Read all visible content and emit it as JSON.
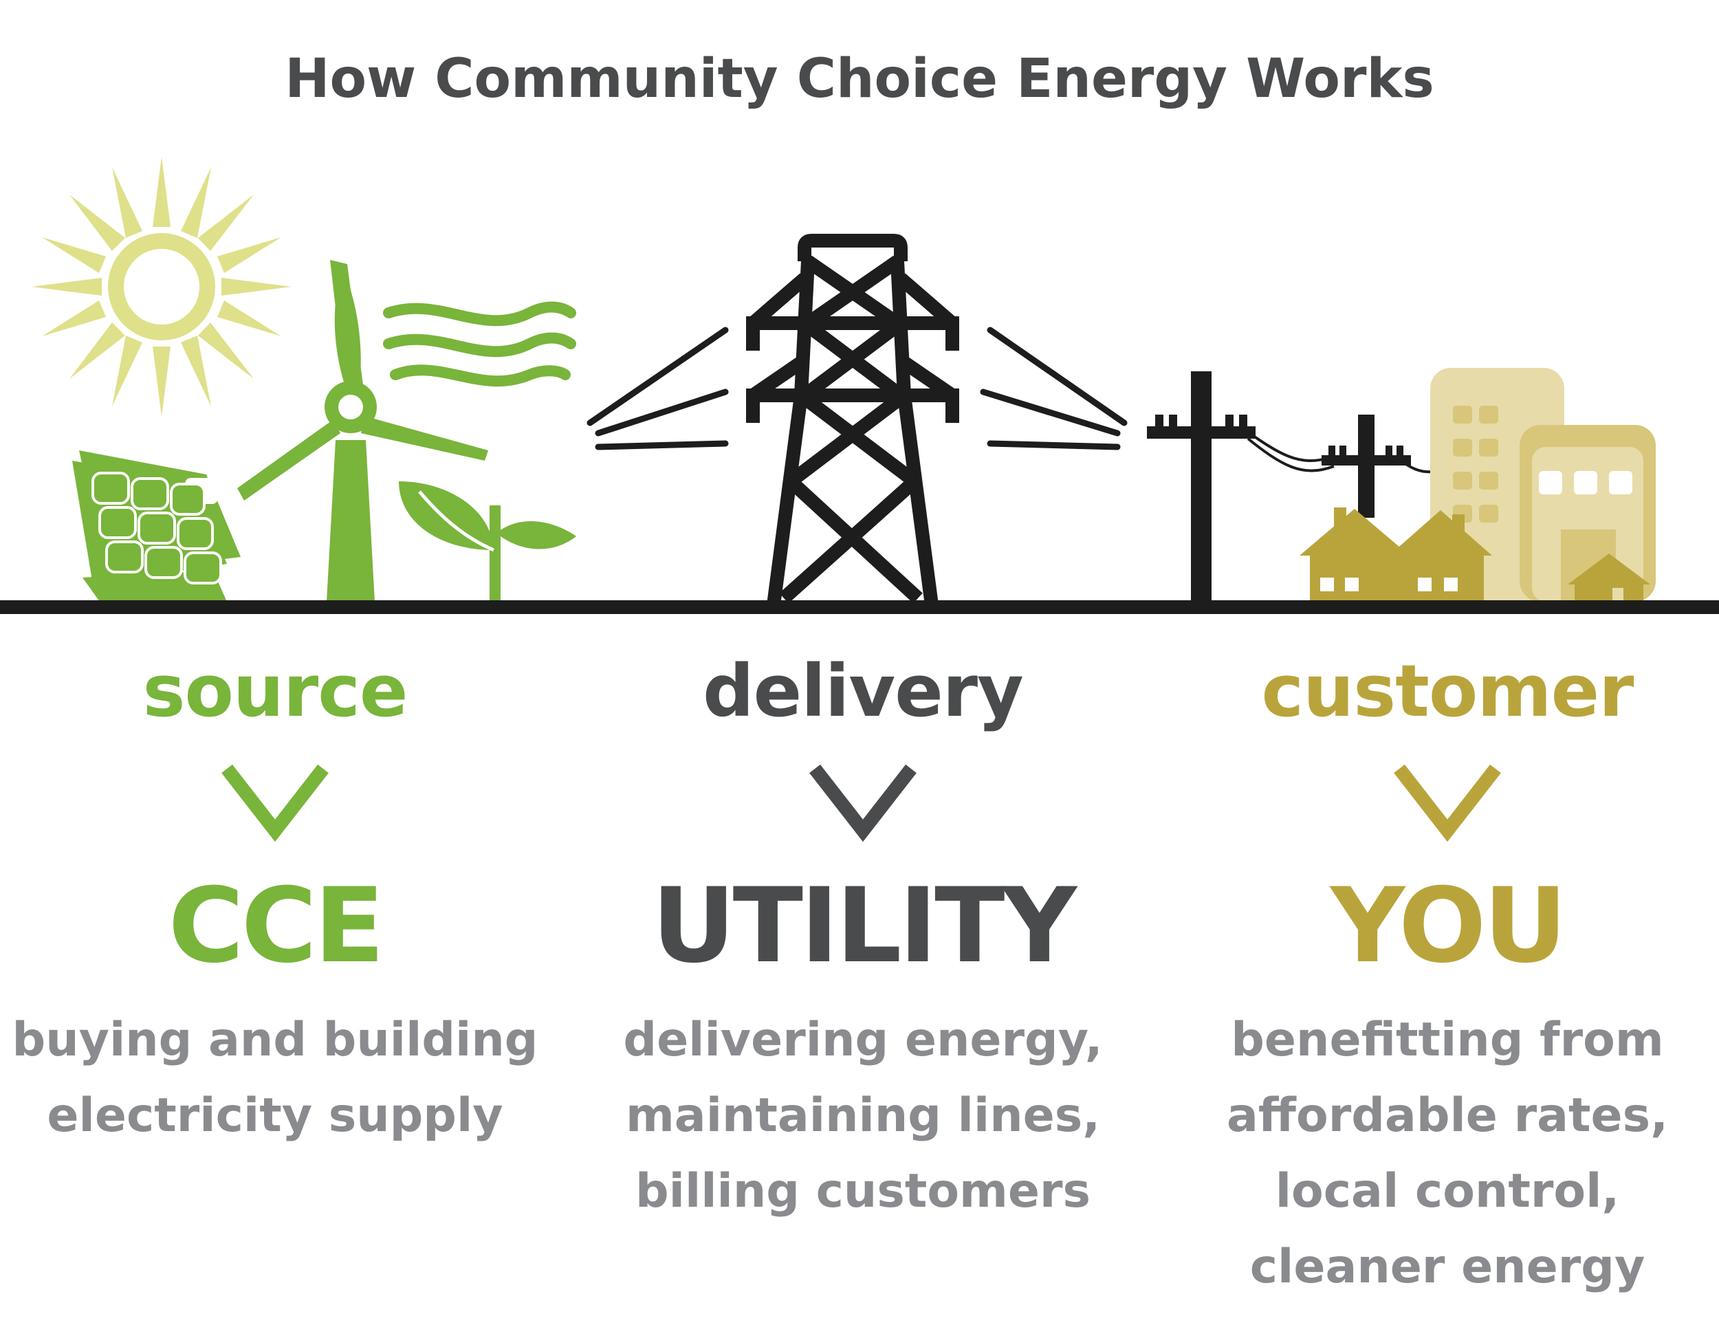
{
  "title": "How Community Choice Energy Works",
  "colors": {
    "source": "#79b43b",
    "delivery": "#4a4b4d",
    "customer": "#b9a43c",
    "sun": "#dfe08a",
    "building_light": "#e7dba9",
    "building_mid": "#d8c67a",
    "ink": "#1e1d1d",
    "description": "#8a8b8e"
  },
  "icons": {
    "source": [
      "sun-icon",
      "wind-turbine-icon",
      "wind-waves-icon",
      "solar-panel-icon",
      "sprout-icon"
    ],
    "delivery": [
      "transmission-tower-icon",
      "power-line-icon"
    ],
    "customer": [
      "utility-pole-icon",
      "house-icon",
      "building-icon"
    ]
  },
  "stages": [
    {
      "id": "source",
      "label": "source",
      "party": "CCE",
      "description": [
        "buying and building",
        "electricity supply"
      ]
    },
    {
      "id": "delivery",
      "label": "delivery",
      "party": "UTILITY",
      "description": [
        "delivering energy,",
        "maintaining lines,",
        "billing customers"
      ]
    },
    {
      "id": "customer",
      "label": "customer",
      "party": "YOU",
      "description": [
        "benefitting from",
        "affordable rates,",
        "local control,",
        "cleaner energy"
      ]
    }
  ]
}
